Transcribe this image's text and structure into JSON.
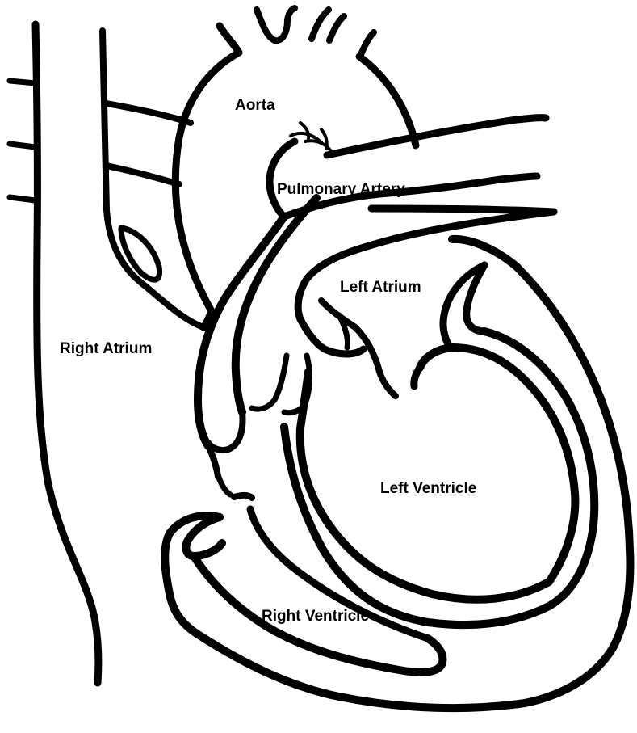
{
  "diagram": {
    "labels": {
      "aorta": "Aorta",
      "pulmonary_artery": "Pulmonary Artery",
      "left_atrium": "Left Atrium",
      "right_atrium": "Right Atrium",
      "left_ventricle": "Left Ventricle",
      "right_ventricle": "Right Ventricle"
    },
    "colors": {
      "stroke": "#000000",
      "background": "#ffffff"
    }
  }
}
